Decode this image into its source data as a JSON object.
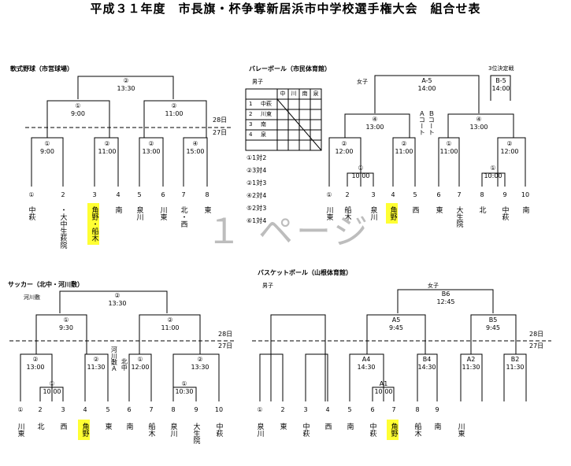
{
  "title": "平成３１年度　市長旗・杯争奪新居浜市中学校選手権大会　組合せ表",
  "watermark": "１ ページ",
  "baseball": {
    "heading": "軟式野球（市営球場）",
    "day28": "28日",
    "day27": "27日",
    "games": [
      {
        "no": "②",
        "time": "13:30"
      },
      {
        "no": "①",
        "time": "9:00"
      },
      {
        "no": "②",
        "time": "11:00"
      },
      {
        "no": "①",
        "time": "9:00"
      },
      {
        "no": "②",
        "time": "11:00"
      },
      {
        "no": "②",
        "time": "13:00"
      },
      {
        "no": "④",
        "time": "15:00"
      }
    ],
    "slots": [
      "①",
      "2",
      "3",
      "4",
      "5",
      "6",
      "7",
      "8"
    ],
    "teams": [
      "中萩",
      "・大中生萩院",
      "角野・船木",
      "南",
      "泉川",
      "川東",
      "北・西",
      "東"
    ],
    "highlight": 2
  },
  "volleyball": {
    "heading": "バレーボール（市民体育館）",
    "boys": "男子",
    "girls": "女子",
    "third_place": "3位決定戦",
    "third_game": {
      "no": "B-5",
      "time": "14:00"
    },
    "final": {
      "no": "A-5",
      "time": "14:00"
    },
    "court_a": "Ａコート",
    "court_b": "Ｂコート",
    "table_headers": [
      "中",
      "川",
      "南",
      "泉"
    ],
    "table_rows": [
      [
        "1",
        "中萩"
      ],
      [
        "2",
        "川東"
      ],
      [
        "3",
        "南"
      ],
      [
        "4",
        "泉"
      ]
    ],
    "matches": [
      "①1対2",
      "②3対4",
      "②1対3",
      "④2対4",
      "⑤2対3",
      "⑥1対4"
    ],
    "games": [
      {
        "no": "④",
        "time": "13:00"
      },
      {
        "no": "②",
        "time": "12:00"
      },
      {
        "no": "①",
        "time": "10:00"
      },
      {
        "no": "②",
        "time": "11:00"
      },
      {
        "no": "④",
        "time": "13:00"
      },
      {
        "no": "①",
        "time": "11:00"
      },
      {
        "no": "②",
        "time": "12:00"
      },
      {
        "no": "①",
        "time": "10:00"
      }
    ],
    "slots": [
      "①",
      "2",
      "3",
      "4",
      "5",
      "6",
      "7",
      "8",
      "9",
      "10"
    ],
    "teams": [
      "川東",
      "船木",
      "泉川",
      "角野",
      "西",
      "東",
      "大生院",
      "北",
      "中萩",
      "南"
    ],
    "highlight": 3
  },
  "soccer": {
    "heading": "サッカー（北中・河川敷）",
    "sub": "河川敷",
    "day28": "28日",
    "day27": "27日",
    "venue_note": "北中",
    "venue_note2": "河川敷Ａ",
    "games": [
      {
        "no": "②",
        "time": "13:30"
      },
      {
        "no": "①",
        "time": "9:30"
      },
      {
        "no": "②",
        "time": "11:00"
      },
      {
        "no": "②",
        "time": "13:00"
      },
      {
        "no": "①",
        "time": "10:00"
      },
      {
        "no": "②",
        "time": "11:30"
      },
      {
        "no": "①",
        "time": "12:00"
      },
      {
        "no": "①",
        "time": "10:30"
      },
      {
        "no": "②",
        "time": "13:30"
      }
    ],
    "slots": [
      "①",
      "2",
      "3",
      "4",
      "5",
      "6",
      "7",
      "8",
      "9",
      "10"
    ],
    "teams": [
      "川東",
      "北",
      "西",
      "角野",
      "東",
      "南",
      "船木",
      "泉川",
      "大生院",
      "中萩"
    ],
    "highlight": 3
  },
  "basketball": {
    "heading": "バスケットボール（山根体育館）",
    "boys": "男子",
    "girls": "女子",
    "day28": "28日",
    "day27": "27日",
    "final": {
      "no": "B6",
      "time": "12:45"
    },
    "games": [
      {
        "no": "A5",
        "time": "9:45"
      },
      {
        "no": "B5",
        "time": "9:45"
      },
      {
        "no": "A4",
        "time": "14:30"
      },
      {
        "no": "A1",
        "time": "10:00"
      },
      {
        "no": "B4",
        "time": "14:30"
      },
      {
        "no": "A2",
        "time": "11:30"
      },
      {
        "no": "B2",
        "time": "11:30"
      }
    ],
    "slots": [
      "①",
      "2",
      "3",
      "4",
      "5",
      "6",
      "7",
      "8",
      "9"
    ],
    "teams": [
      "泉川",
      "東",
      "中萩",
      "西",
      "南",
      "中萩",
      "角野",
      "船木",
      "南",
      "川東"
    ],
    "highlight": 6
  }
}
